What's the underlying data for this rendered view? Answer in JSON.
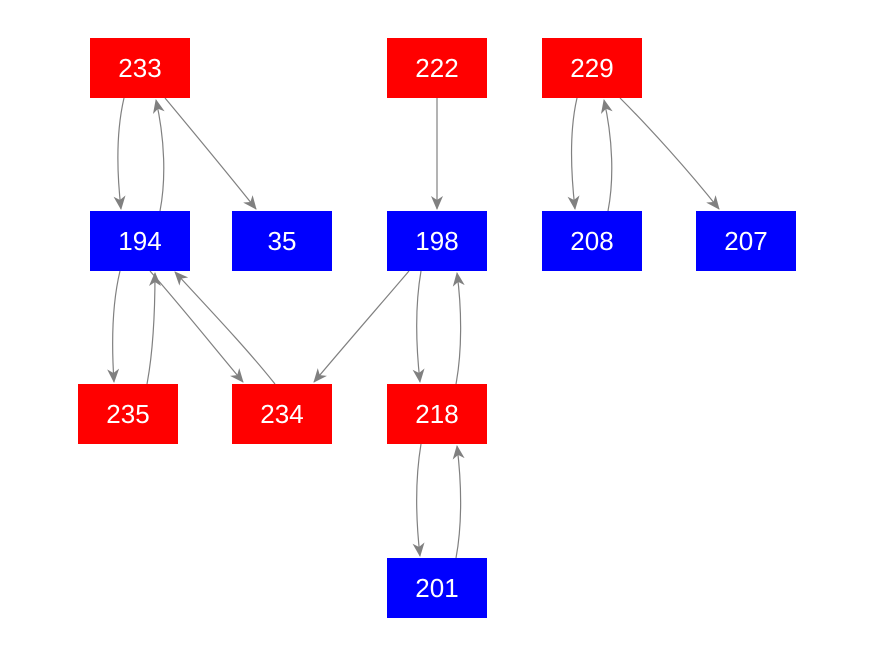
{
  "colors": {
    "red_node": "#ff0000",
    "blue_node": "#0000ff",
    "edge": "#808080",
    "label": "#ffffff",
    "background": "#ffffff"
  },
  "nodes": [
    {
      "id": "233",
      "label": "233",
      "color": "red"
    },
    {
      "id": "222",
      "label": "222",
      "color": "red"
    },
    {
      "id": "229",
      "label": "229",
      "color": "red"
    },
    {
      "id": "194",
      "label": "194",
      "color": "blue"
    },
    {
      "id": "35",
      "label": "35",
      "color": "blue"
    },
    {
      "id": "198",
      "label": "198",
      "color": "blue"
    },
    {
      "id": "208",
      "label": "208",
      "color": "blue"
    },
    {
      "id": "207",
      "label": "207",
      "color": "blue"
    },
    {
      "id": "235",
      "label": "235",
      "color": "red"
    },
    {
      "id": "234",
      "label": "234",
      "color": "red"
    },
    {
      "id": "218",
      "label": "218",
      "color": "red"
    },
    {
      "id": "201",
      "label": "201",
      "color": "blue"
    }
  ],
  "edges": [
    {
      "from": "233",
      "to": "194"
    },
    {
      "from": "194",
      "to": "233"
    },
    {
      "from": "233",
      "to": "35"
    },
    {
      "from": "222",
      "to": "198"
    },
    {
      "from": "229",
      "to": "208"
    },
    {
      "from": "208",
      "to": "229"
    },
    {
      "from": "229",
      "to": "207"
    },
    {
      "from": "194",
      "to": "235"
    },
    {
      "from": "235",
      "to": "194"
    },
    {
      "from": "194",
      "to": "234"
    },
    {
      "from": "234",
      "to": "194"
    },
    {
      "from": "198",
      "to": "234"
    },
    {
      "from": "198",
      "to": "218"
    },
    {
      "from": "218",
      "to": "198"
    },
    {
      "from": "218",
      "to": "201"
    },
    {
      "from": "201",
      "to": "218"
    }
  ]
}
